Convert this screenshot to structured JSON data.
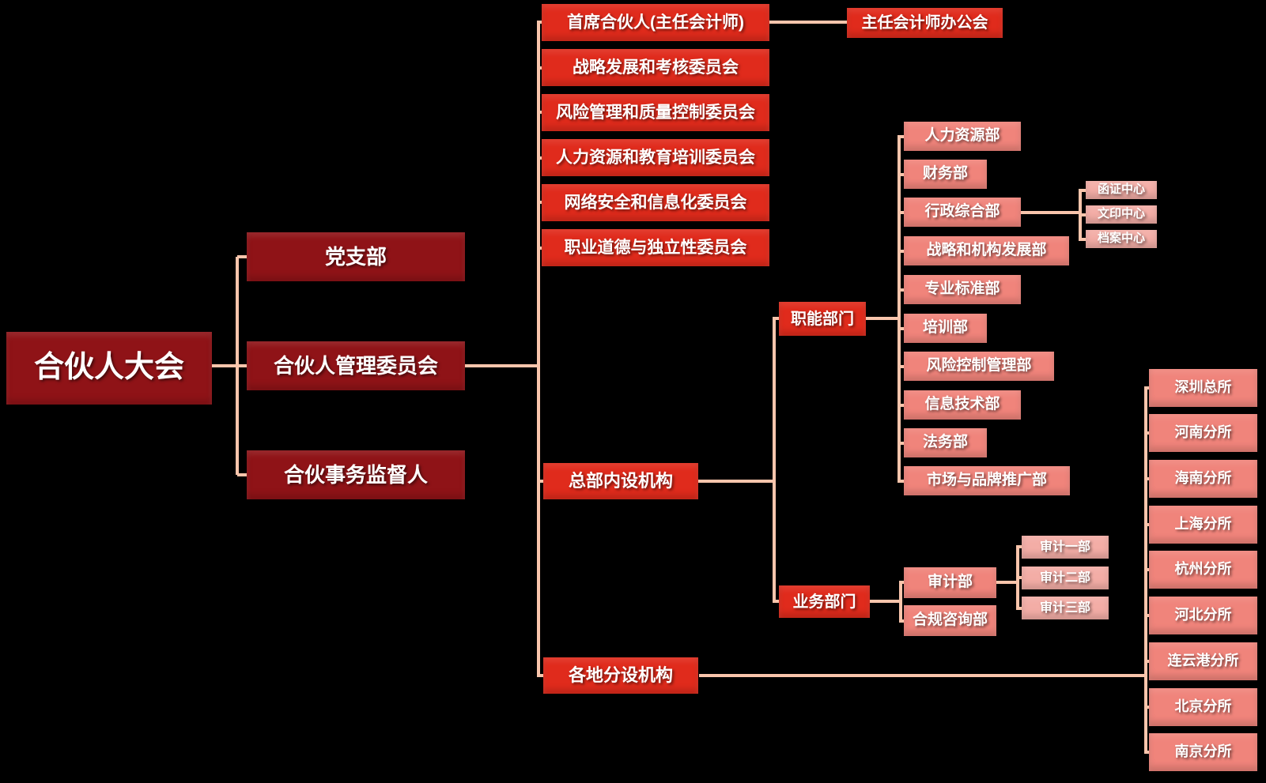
{
  "colors": {
    "dark_red": "#8F1317",
    "bright_red": "#E02B1C",
    "salmon": "#F0847B",
    "light_pink": "#F3ADA6",
    "connector": "#F9C5AC",
    "text": "#FFFFFF",
    "background": "#000000"
  },
  "org": {
    "root": "合伙人大会",
    "governance": [
      "党支部",
      "合伙人管理委员会",
      "合伙事务监督人"
    ],
    "committees": [
      "首席合伙人(主任会计师)",
      "战略发展和考核委员会",
      "风险管理和质量控制委员会",
      "人力资源和教育培训委员会",
      "网络安全和信息化委员会",
      "职业道德与独立性委员会"
    ],
    "chief_office": "主任会计师办公会",
    "hq_group": "总部内设机构",
    "regional_group": "各地分设机构",
    "functional_group": "职能部门",
    "business_group": "业务部门",
    "functional_departments": [
      "人力资源部",
      "财务部",
      "行政综合部",
      "战略和机构发展部",
      "专业标准部",
      "培训部",
      "风险控制管理部",
      "信息技术部",
      "法务部",
      "市场与品牌推广部"
    ],
    "admin_centers": [
      "函证中心",
      "文印中心",
      "档案中心"
    ],
    "business_departments": [
      "审计部",
      "合规咨询部"
    ],
    "audit_divisions": [
      "审计一部",
      "审计二部",
      "审计三部"
    ],
    "branch_offices": [
      "深圳总所",
      "河南分所",
      "海南分所",
      "上海分所",
      "杭州分所",
      "河北分所",
      "连云港分所",
      "北京分所",
      "南京分所"
    ]
  }
}
